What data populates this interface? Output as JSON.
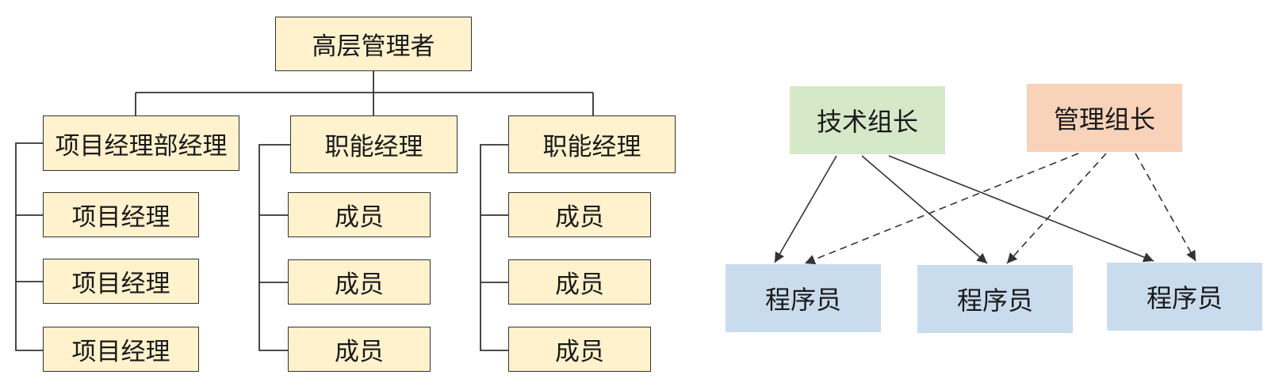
{
  "org_chart": {
    "top": "高层管理者",
    "columns": [
      {
        "head": "项目经理部经理",
        "members": [
          "项目经理",
          "项目经理",
          "项目经理"
        ]
      },
      {
        "head": "职能经理",
        "members": [
          "成员",
          "成员",
          "成员"
        ]
      },
      {
        "head": "职能经理",
        "members": [
          "成员",
          "成员",
          "成员"
        ]
      }
    ]
  },
  "matrix": {
    "tech_lead": "技术组长",
    "mgmt_lead": "管理组长",
    "programmers": [
      "程序员",
      "程序员",
      "程序员"
    ],
    "colors": {
      "tech_lead": "#d5e8c8",
      "mgmt_lead": "#f8d3b9",
      "programmer": "#c9dcee"
    }
  }
}
